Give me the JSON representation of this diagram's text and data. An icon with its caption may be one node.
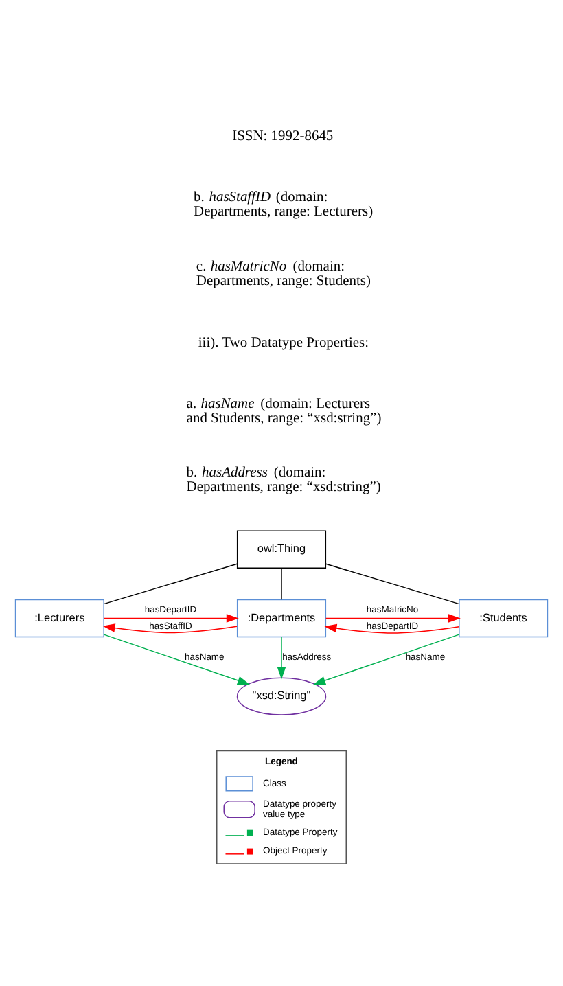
{
  "diagram": {
    "nodes": [
      {
        "text": [
          "owl:Thing"
        ]
      },
      {
        "text": [
          ":Lecturers"
        ]
      },
      {
        "text": [
          ":Departments"
        ]
      },
      {
        "text": [
          ":Students"
        ]
      },
      {
        "text": [
          "\"xsd:String\""
        ]
      }
    ],
    "edges": [
      {
        "from": 0,
        "to": 1,
        "arrow": "none",
        "color": "#000000"
      },
      {
        "from": 0,
        "to": 2,
        "arrow": "none",
        "color": "#000000"
      },
      {
        "from": 0,
        "to": 3,
        "arrow": "none",
        "color": "#000000"
      },
      {
        "from": 1,
        "to": 2,
        "arrow": "to",
        "label": "hasDepartID",
        "color": "#ff0000"
      },
      {
        "from": 2,
        "to": 1,
        "arrow": "to",
        "label": "hasStaffID",
        "color": "#ff0000"
      },
      {
        "from": 2,
        "to": 3,
        "arrow": "to",
        "label": "hasMatricNo",
        "color": "#ff0000"
      },
      {
        "from": 3,
        "to": 2,
        "arrow": "to",
        "label": "hasDepartID",
        "color": "#ff0000"
      },
      {
        "from": 2,
        "to": 4,
        "arrow": "to",
        "label": "hasAddress",
        "color": "#00b050"
      },
      {
        "from": 1,
        "to": 4,
        "arrow": "to",
        "label": "hasName",
        "color": "#00b050"
      },
      {
        "from": 3,
        "to": 4,
        "arrow": "to",
        "label": "hasName",
        "color": "#00b050"
      }
    ],
    "labels": [
      "ISSN: 1992-8645",
      "b. *hasStaffID* (domain: Departments, range: Lecturers)",
      "c. *hasMatricNo* (domain: Departments, range: Students)",
      "iii). Two Datatype Properties:",
      "a. *hasName* (domain: Lecturers and Students, range: “xsd:string”)",
      "b. *hasAddress* (domain: Departments, range: “xsd:string”)",
      "Legend"
    ],
    "legend": [
      {
        "text": "Class"
      },
      {
        "text": "Datatype property value type"
      },
      {
        "text": "Datatype Property"
      },
      {
        "text": "Object Property"
      }
    ]
  }
}
